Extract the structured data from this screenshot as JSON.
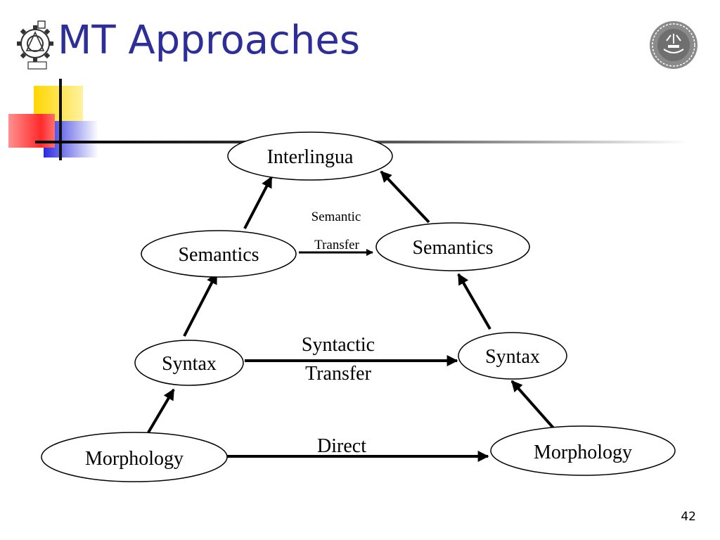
{
  "slide": {
    "title": "MT Approaches",
    "page_number": "42"
  },
  "diagram": {
    "nodes": {
      "interlingua": "Interlingua",
      "semantics_left": "Semantics",
      "semantics_right": "Semantics",
      "syntax_left": "Syntax",
      "syntax_right": "Syntax",
      "morphology_left": "Morphology",
      "morphology_right": "Morphology"
    },
    "edge_labels": {
      "semantic_transfer_line1": "Semantic",
      "semantic_transfer_line2": "Transfer",
      "syntactic_transfer_line1": "Syntactic",
      "syntactic_transfer_line2": "Transfer",
      "direct": "Direct"
    }
  },
  "colors": {
    "title": "#2e2e9a",
    "deco_yellow": "#ffd600",
    "deco_red": "#ff3030",
    "deco_blue": "#2a2ae0"
  }
}
